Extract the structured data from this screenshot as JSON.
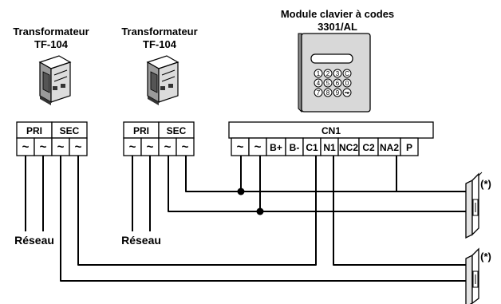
{
  "transformer_1": {
    "title_line1": "Transformateur",
    "title_line2": "TF-104",
    "terminal_groups": [
      "PRI",
      "SEC"
    ],
    "terminals": [
      "~",
      "~",
      "~",
      "~"
    ],
    "network_label": "Réseau",
    "icon": "din-rail-transformer-icon"
  },
  "transformer_2": {
    "title_line1": "Transformateur",
    "title_line2": "TF-104",
    "terminal_groups": [
      "PRI",
      "SEC"
    ],
    "terminals": [
      "~",
      "~",
      "~",
      "~"
    ],
    "network_label": "Réseau",
    "icon": "din-rail-transformer-icon"
  },
  "keypad_module": {
    "title_line1": "Module clavier à codes",
    "title_line2": "3301/AL",
    "icon": "code-keypad-icon",
    "keys": [
      "1",
      "2",
      "3",
      "C",
      "4",
      "5",
      "6",
      "0",
      "7",
      "8",
      "9",
      "key"
    ],
    "connector_label": "CN1",
    "terminals": [
      "~",
      "~",
      "B+",
      "B-",
      "C1",
      "N1",
      "NC2",
      "C2",
      "NA2",
      "P"
    ]
  },
  "locks": [
    {
      "note": "(*)",
      "icon": "electric-strike-icon"
    },
    {
      "note": "(*)",
      "icon": "electric-strike-icon"
    }
  ]
}
